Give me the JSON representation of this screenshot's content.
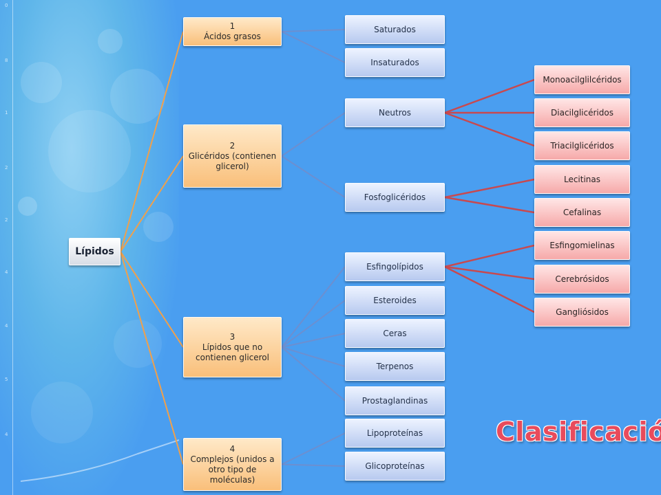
{
  "title": "Clasificación",
  "root": {
    "label": "Lípidos"
  },
  "groups": [
    {
      "number": "1",
      "label": "Ácidos grasos",
      "children": [
        {
          "label": "Saturados",
          "children": []
        },
        {
          "label": "Insaturados",
          "children": []
        }
      ]
    },
    {
      "number": "2",
      "label": "Glicéridos (contienen glicerol)",
      "children": [
        {
          "label": "Neutros",
          "children": [
            "Monoacilglilcéridos",
            "Diacilglicéridos",
            "Triacilglicéridos"
          ]
        },
        {
          "label": "Fosfoglicéridos",
          "children": [
            "Lecitinas",
            "Cefalinas"
          ]
        }
      ]
    },
    {
      "number": "3",
      "label": "Lípidos que no contienen glicerol",
      "children": [
        {
          "label": "Esfingolípidos",
          "children": [
            "Esfingomielinas",
            "Cerebrósidos",
            "Gangliósidos"
          ]
        },
        {
          "label": "Esteroides",
          "children": []
        },
        {
          "label": "Ceras",
          "children": []
        },
        {
          "label": "Terpenos",
          "children": []
        },
        {
          "label": "Prostaglandinas",
          "children": []
        }
      ]
    },
    {
      "number": "4",
      "label": "Complejos (unidos a otro tipo de moléculas)",
      "children": [
        {
          "label": "Lipoproteínas",
          "children": []
        },
        {
          "label": "Glicoproteínas",
          "children": []
        }
      ]
    }
  ],
  "colors": {
    "link_root": "#f0a04b",
    "link_level2": "#6c8fd0",
    "link_level3": "#c8494f"
  }
}
